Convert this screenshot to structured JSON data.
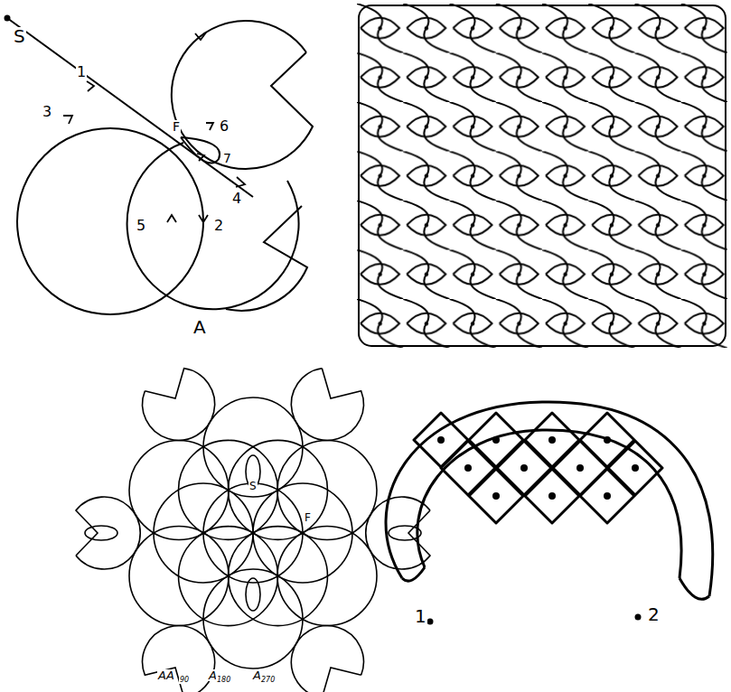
{
  "diagram": {
    "labels": [
      "S",
      "1",
      "3",
      "F",
      "6",
      "7",
      "4",
      "5",
      "2",
      "A",
      "S",
      "F",
      "AA",
      "90",
      "A",
      "180",
      "A",
      "270",
      "1",
      "2"
    ]
  }
}
